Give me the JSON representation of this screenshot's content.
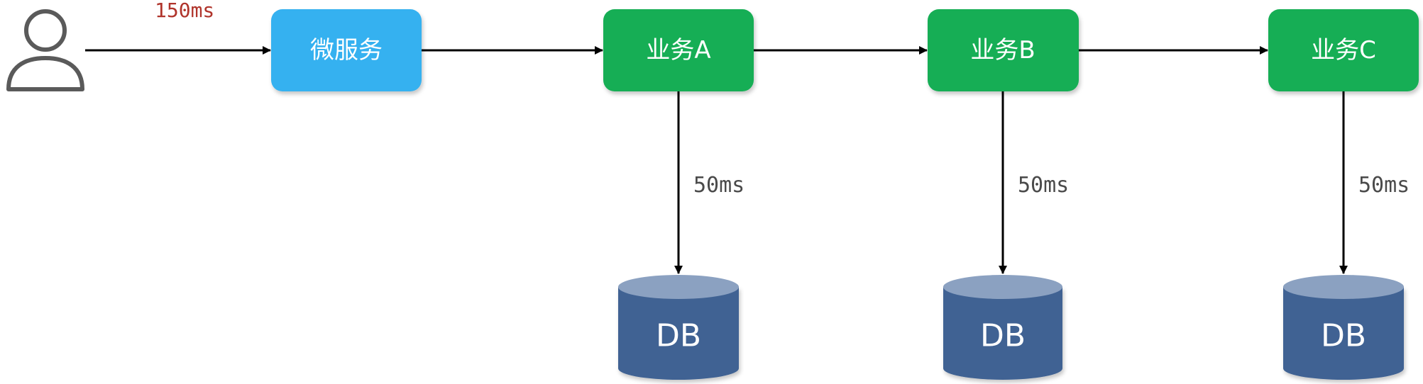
{
  "colors": {
    "microservice": "#34b1f0",
    "business": "#13ae54",
    "database_body": "#3f6293",
    "database_top": "#8ba1c1",
    "total_latency_text": "#b0342b",
    "line": "#000000",
    "user_icon": "#5a5a5a"
  },
  "user": {
    "icon": "user-icon"
  },
  "total_latency": "150ms",
  "microservice": {
    "label": "微服务"
  },
  "services": [
    {
      "label": "业务A",
      "db_label": "DB",
      "latency": "50ms"
    },
    {
      "label": "业务B",
      "db_label": "DB",
      "latency": "50ms"
    },
    {
      "label": "业务C",
      "db_label": "DB",
      "latency": "50ms"
    }
  ]
}
